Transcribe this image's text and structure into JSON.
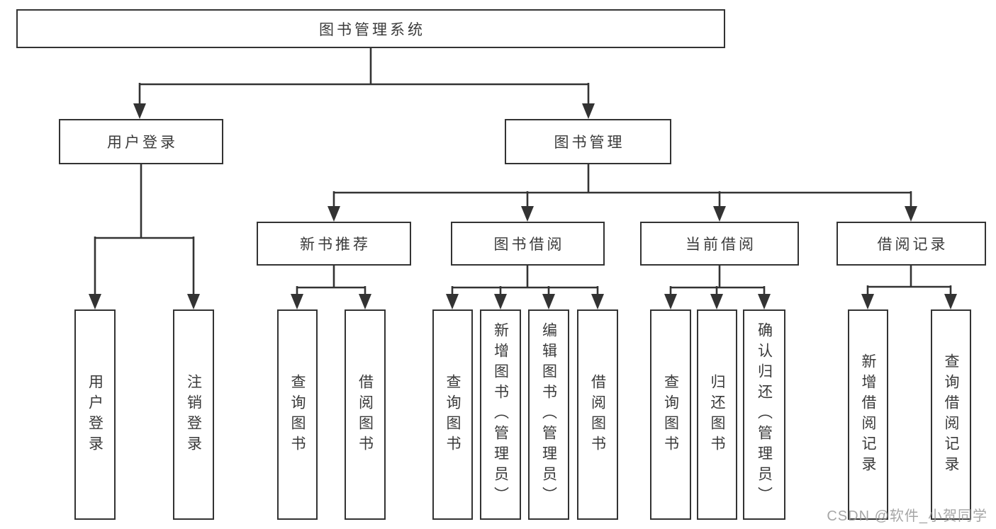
{
  "nodes": {
    "root": "图书管理系统",
    "login": "用户登录",
    "manage": "图书管理",
    "recommend": "新书推荐",
    "borrow": "图书借阅",
    "current": "当前借阅",
    "records": "借阅记录",
    "login_leaves": [
      "用户登录",
      "注销登录"
    ],
    "recommend_leaves": [
      "查询图书",
      "借阅图书"
    ],
    "borrow_leaves": [
      "查询图书",
      "新增图书（管理员）",
      "编辑图书（管理员）",
      "借阅图书"
    ],
    "current_leaves": [
      "查询图书",
      "归还图书",
      "确认归还（管理员）"
    ],
    "records_leaves": [
      "新增借阅记录",
      "查询借阅记录"
    ]
  },
  "watermark": "CSDN @软件_小贺同学",
  "colors": {
    "line": "#333333",
    "text": "#3a3a3a",
    "background": "#ffffff",
    "watermark": "#969696"
  }
}
